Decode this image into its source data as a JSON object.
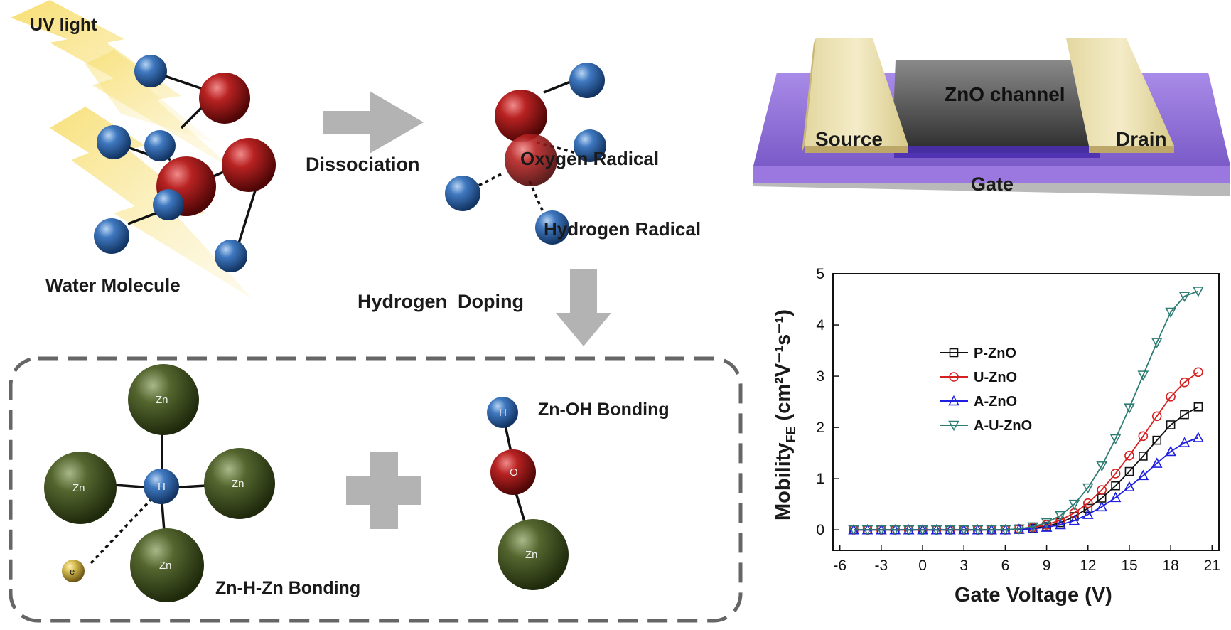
{
  "mechanism": {
    "uv_label": "UV light",
    "water_label": "Water Molecule",
    "dissociation_label": "Dissociation",
    "oxygen_radical_label": "Oxygen Radical",
    "hydrogen_radical_label": "Hydrogen Radical",
    "doping_label": "Hydrogen  Doping",
    "zn_h_zn_label": "Zn-H-Zn Bonding",
    "zn_oh_label": "Zn-OH Bonding",
    "atom_labels": {
      "zn": "Zn",
      "h": "H",
      "o": "O",
      "e": "e"
    }
  },
  "device": {
    "source_label": "Source",
    "drain_label": "Drain",
    "channel_label": "ZnO channel",
    "gate_label": "Gate"
  },
  "colors": {
    "oxygen": "#9e1414",
    "hydrogen": "#2f65ad",
    "zinc": "#4a5a28",
    "electron": "#d1b64a",
    "arrow": "#b3b3b3",
    "uv": "#f4d04a",
    "dash_box": "#666666"
  },
  "chart_data": {
    "type": "line",
    "title": "",
    "xlabel": "Gate Voltage (V)",
    "ylabel_main": "Mobility",
    "ylabel_sub": "FE",
    "ylabel_units": "(cm²V⁻¹s⁻¹)",
    "xlim": [
      -6.5,
      21.5
    ],
    "ylim": [
      -0.4,
      5
    ],
    "xticks": [
      "-6",
      "-3",
      "0",
      "3",
      "6",
      "9",
      "12",
      "15",
      "18",
      "21"
    ],
    "yticks": [
      "0",
      "1",
      "2",
      "3",
      "4",
      "5"
    ],
    "legend_position": "upper-left",
    "x": [
      -5,
      -4,
      -3,
      -2,
      -1,
      0,
      1,
      2,
      3,
      4,
      5,
      6,
      7,
      8,
      9,
      10,
      11,
      12,
      13,
      14,
      15,
      16,
      17,
      18,
      19,
      20
    ],
    "series": [
      {
        "name": "P-ZnO",
        "color": "#111111",
        "marker": "square",
        "values": [
          0,
          0,
          0,
          0,
          0,
          0,
          0,
          0,
          0,
          0,
          0,
          0,
          0.01,
          0.03,
          0.07,
          0.14,
          0.26,
          0.42,
          0.62,
          0.86,
          1.14,
          1.44,
          1.75,
          2.05,
          2.25,
          2.4
        ]
      },
      {
        "name": "U-ZnO",
        "color": "#d42020",
        "marker": "circle",
        "values": [
          0,
          0,
          0,
          0,
          0,
          0,
          0,
          0,
          0,
          0,
          0,
          0,
          0.02,
          0.05,
          0.1,
          0.19,
          0.33,
          0.52,
          0.78,
          1.1,
          1.45,
          1.83,
          2.22,
          2.6,
          2.88,
          3.08
        ]
      },
      {
        "name": "A-ZnO",
        "color": "#1f1fe0",
        "marker": "triangle-up",
        "values": [
          0,
          0,
          0,
          0,
          0,
          0,
          0,
          0,
          0,
          0,
          0,
          0,
          0.01,
          0.02,
          0.05,
          0.1,
          0.18,
          0.3,
          0.45,
          0.63,
          0.84,
          1.06,
          1.3,
          1.53,
          1.7,
          1.8
        ]
      },
      {
        "name": "A-U-ZnO",
        "color": "#2e7d75",
        "marker": "triangle-down",
        "values": [
          0,
          0,
          0,
          0,
          0,
          0,
          0,
          0,
          0,
          0,
          0,
          0,
          0.02,
          0.06,
          0.14,
          0.28,
          0.5,
          0.82,
          1.25,
          1.78,
          2.38,
          3.02,
          3.66,
          4.25,
          4.56,
          4.66
        ]
      }
    ]
  }
}
